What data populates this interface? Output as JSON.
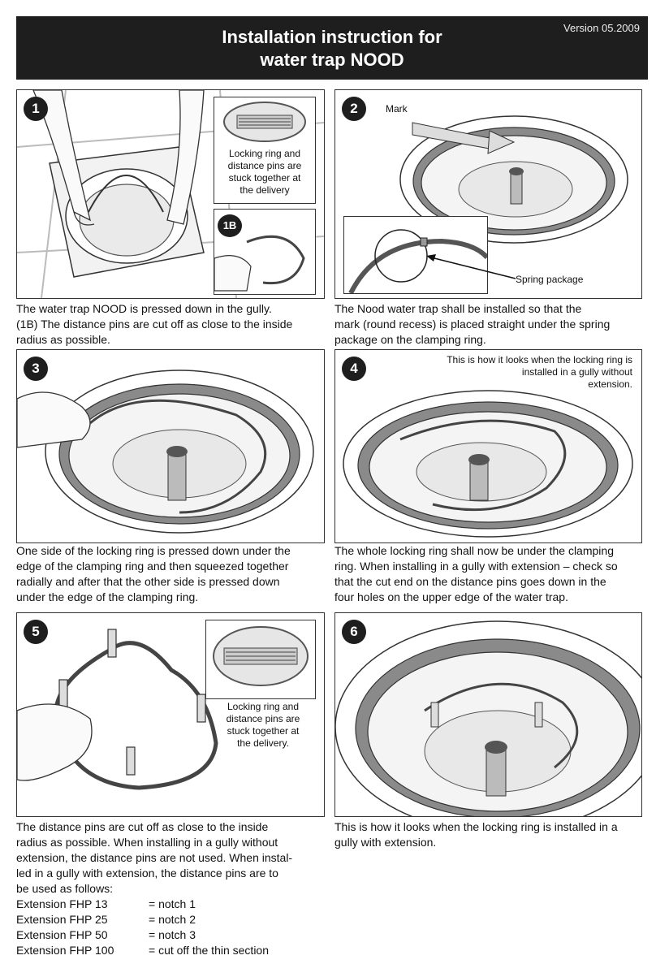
{
  "header": {
    "title_line1": "Installation instruction for",
    "title_line2": "water trap NOOD",
    "version": "Version 05.2009"
  },
  "steps": {
    "s1": {
      "number": "1",
      "badge_1b": "1B",
      "inset_note": [
        "Locking ring and",
        "distance pins are",
        "stuck together at",
        "the delivery"
      ],
      "caption": [
        "The water trap NOOD is pressed down in the gully.",
        "(1B) The distance pins are cut off as close to the inside",
        "radius as possible."
      ]
    },
    "s2": {
      "number": "2",
      "label_mark": "Mark",
      "label_spring": "Spring package",
      "caption": [
        "The Nood water trap shall be installed so that the",
        "mark (round recess) is placed straight under the spring",
        "package on the clamping ring."
      ]
    },
    "s3": {
      "number": "3",
      "caption": [
        "One side of the locking ring is pressed down under the",
        "edge of the clamping ring and then squeezed together",
        "radially and after that the other side is pressed down",
        "under the edge of the clamping ring."
      ]
    },
    "s4": {
      "number": "4",
      "note": [
        "This is how it looks when the locking ring is",
        "installed in a gully without",
        "extension."
      ],
      "caption": [
        "The whole locking ring shall now be under the clamping",
        "ring. When installing in a gully with extension – check so",
        "that the cut end on the distance pins goes down in the",
        "four holes on the upper edge of the water trap."
      ]
    },
    "s5": {
      "number": "5",
      "inset_note": [
        "Locking ring and",
        "distance pins are",
        "stuck together at",
        "the delivery."
      ],
      "caption": [
        "The distance pins are cut off as close to the inside",
        "radius as possible. When installing in a gully without",
        "extension, the distance pins are not used. When instal-",
        "led in a gully with extension, the distance pins are to",
        "be used as follows:"
      ],
      "extensions": [
        {
          "name": "Extension FHP 13",
          "value": "= notch 1"
        },
        {
          "name": "Extension FHP 25",
          "value": "= notch 2"
        },
        {
          "name": "Extension FHP 50",
          "value": "= notch 3"
        },
        {
          "name": "Extension FHP 100",
          "value": "= cut off the thin section"
        }
      ]
    },
    "s6": {
      "number": "6",
      "caption": [
        "This is how it looks when the locking ring is installed in a",
        "gully with extension."
      ]
    }
  }
}
